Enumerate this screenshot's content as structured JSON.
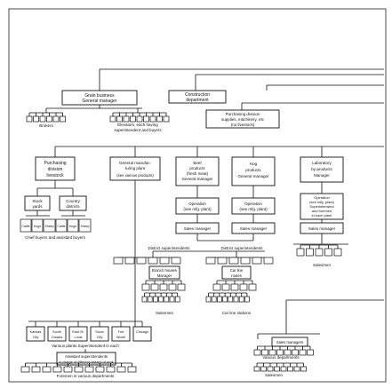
{
  "diagram": {
    "top_units": [
      {
        "id": "grain",
        "lines": [
          "Grain business",
          "General manager"
        ]
      },
      {
        "id": "construction",
        "lines": [
          "Construction",
          "department"
        ]
      },
      {
        "id": "purchasing-supplies",
        "lines": [
          "Purchasing division",
          "supplies, machinery, etc",
          "(no livestock)"
        ]
      }
    ],
    "top_captions": [
      {
        "id": "brokers",
        "lines": [
          "Brokers"
        ]
      },
      {
        "id": "elevators",
        "lines": [
          "Elevators, each having",
          "superintendent and buyers"
        ]
      }
    ],
    "divisions": [
      {
        "id": "purchasing-livestock",
        "lines": [
          "Purchasing",
          "division",
          "livestock"
        ]
      },
      {
        "id": "manufacturing",
        "lines": [
          "General manufac-",
          "turing plant"
        ]
      },
      {
        "id": "beef",
        "lines": [
          "Beef",
          "products",
          "(fresh meat)",
          "General manager"
        ]
      },
      {
        "id": "hog",
        "lines": [
          "Hog",
          "products",
          "General manager"
        ]
      },
      {
        "id": "laboratory",
        "lines": [
          "Laboratory",
          "by-products",
          "Manager"
        ]
      }
    ],
    "manufacturing_note": [
      "(see various products)"
    ],
    "operation_box": [
      "Operation",
      "(see mfg. plant)"
    ],
    "sales_manager": [
      "Sales manager"
    ],
    "lab_operation": [
      "Operation",
      "(see mfg. plant)",
      "Superintendent",
      "and foremen",
      "in each plant"
    ],
    "markets": {
      "stock_yards": [
        "Stock",
        "yards"
      ],
      "country_districts": [
        "Country",
        "districts"
      ],
      "cattle": "Cattle",
      "hogs": "Hogs",
      "sheep": "Sheep",
      "caption": "Chief buyers and assistant buyers"
    },
    "district_supts": [
      "District superintendents"
    ],
    "branch_houses": [
      "Branch houses",
      "Manager"
    ],
    "car_routes": [
      "Car line",
      "routes"
    ],
    "salesmen": "Salesmen",
    "car_line_stations": "Car line stations",
    "plants": [
      "Kansas City",
      "South Omaha",
      "East St. Louis",
      "Sioux City",
      "Fort Worth",
      "Chicago"
    ],
    "plants_caption": "Various plants Superintendent in each",
    "assistant_supts": [
      "Assistant superintendents",
      "in charge of different classes of work"
    ],
    "foremen_caption": "Foremen in various departments",
    "lower_right": {
      "sales_managers": "Sales managers",
      "departments": "Various departments",
      "salesmen": "Salesmen"
    }
  }
}
